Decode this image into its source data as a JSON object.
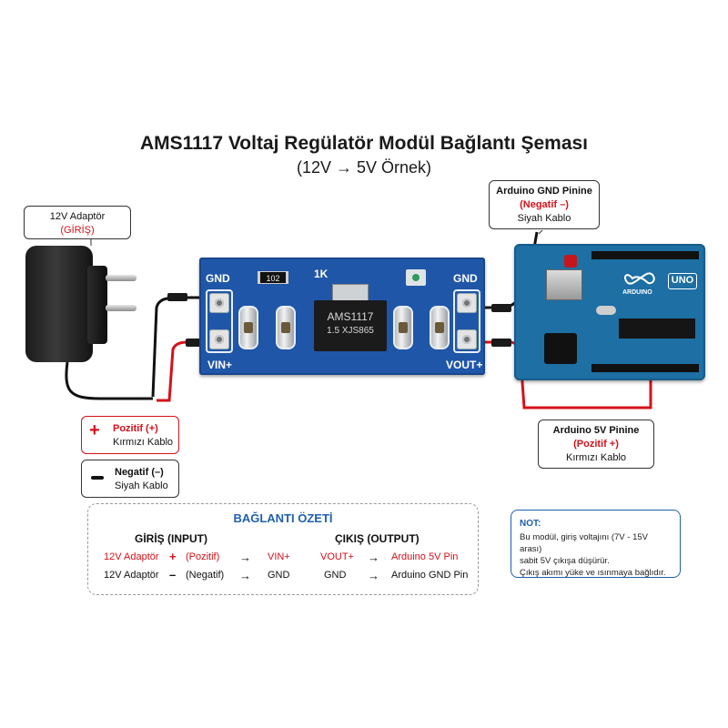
{
  "title": "AMS1117 Voltaj Regülatör Modül Bağlantı Şeması",
  "subtitle": "(12V → 5V Örnek)",
  "adapter_callout": {
    "line1": "12V Adaptör",
    "line2": "(GİRİŞ)"
  },
  "gnd_callout": {
    "line1": "Arduino GND Pinine",
    "line2": "(Negatif –)",
    "line3": "Siyah Kablo"
  },
  "vcc_callout": {
    "line1": "Arduino 5V Pinine",
    "line2": "(Pozitif +)",
    "line3": "Kırmızı Kablo"
  },
  "legend_positive": {
    "symbol": "+",
    "label": "Pozitif (+)",
    "sub": "Kırmızı Kablo"
  },
  "legend_negative": {
    "label": "Negatif (–)",
    "sub": "Siyah Kablo"
  },
  "board": {
    "gnd_left": "GND",
    "gnd_right": "GND",
    "vin": "VIN+",
    "vout": "VOUT+",
    "silk_1k": "1K",
    "resistor": "102",
    "chip_line1": "AMS1117",
    "chip_line2": "1.5  XJS865"
  },
  "arduino": {
    "badge": "UNO",
    "brand": "ARDUINO"
  },
  "summary": {
    "title": "BAĞLANTI ÖZETİ",
    "input_header": "GİRİŞ (INPUT)",
    "output_header": "ÇIKIŞ (OUTPUT)",
    "rows": [
      {
        "src": "12V Adaptör",
        "sign": "+",
        "pol": "(Pozitif)",
        "arrow1": "→",
        "pin": "VIN+",
        "out": "VOUT+",
        "arrow2": "→",
        "dest": "Arduino 5V Pin"
      },
      {
        "src": "12V Adaptör",
        "sign": "–",
        "pol": "(Negatif)",
        "arrow1": "→",
        "pin": "GND",
        "out": "GND",
        "arrow2": "→",
        "dest": "Arduino GND Pin"
      }
    ]
  },
  "note": {
    "title": "NOT:",
    "line1": "Bu modül, giriş voltajını (7V - 15V arası)",
    "line2": "sabit 5V çıkışa düşürür.",
    "line3": "Çıkış akımı yüke ve ısınmaya bağlıdır."
  },
  "colors": {
    "red_wire": "#d6111a",
    "black_wire": "#111111",
    "board": "#1f56a8",
    "arduino": "#1d6fa4",
    "accent": "#1f5fae"
  }
}
